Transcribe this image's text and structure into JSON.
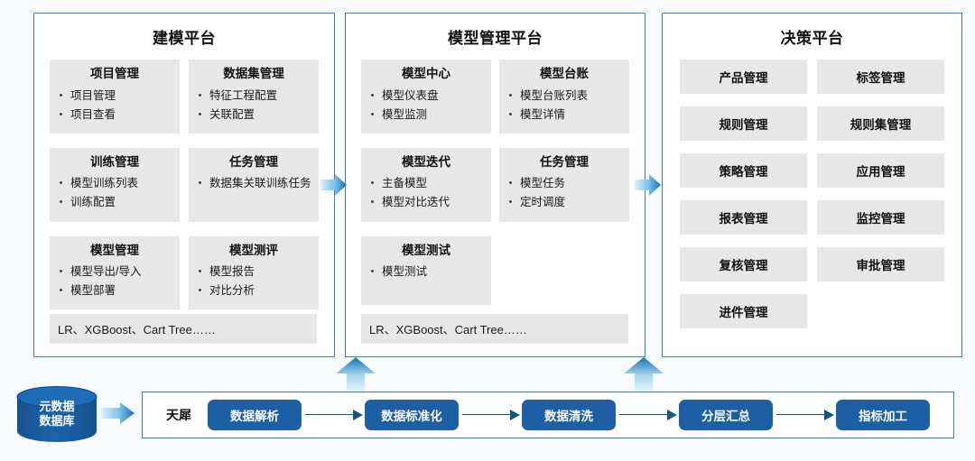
{
  "diagram": {
    "title_hidden": "平台架构图",
    "colors": {
      "panel_border": "#3b7fc4",
      "card_bg": "#e7e7e7",
      "pipeline_step": "#1d5fa4",
      "page_bg": "#f7fbfd",
      "arrow_dark": "#1f6fb5",
      "arrow_light": "#d6eefb"
    }
  },
  "panels": [
    {
      "id": "modeling",
      "title": "建模平台",
      "cards": [
        {
          "title": "项目管理",
          "items": [
            "项目管理",
            "项目查看"
          ]
        },
        {
          "title": "数据集管理",
          "items": [
            "特征工程配置",
            "关联配置"
          ]
        },
        {
          "title": "训练管理",
          "items": [
            "模型训练列表",
            "训练配置"
          ]
        },
        {
          "title": "任务管理",
          "items": [
            "数据集关联训练任务"
          ]
        },
        {
          "title": "模型管理",
          "items": [
            "模型导出/导入",
            "模型部署"
          ]
        },
        {
          "title": "模型测评",
          "items": [
            "模型报告",
            "对比分析"
          ]
        }
      ],
      "algorithms": "LR、XGBoost、Cart Tree……"
    },
    {
      "id": "model-management",
      "title": "模型管理平台",
      "cards": [
        {
          "title": "模型中心",
          "items": [
            "模型仪表盘",
            "模型监测"
          ]
        },
        {
          "title": "模型台账",
          "items": [
            "模型台账列表",
            "模型详情"
          ]
        },
        {
          "title": "模型迭代",
          "items": [
            "主备模型",
            "模型对比迭代"
          ]
        },
        {
          "title": "任务管理",
          "items": [
            "模型任务",
            "定时调度"
          ]
        },
        {
          "title": "模型测试",
          "items": [
            "模型测试"
          ]
        }
      ],
      "algorithms": "LR、XGBoost、Cart Tree……"
    },
    {
      "id": "decision",
      "title": "决策平台",
      "tiles": [
        "产品管理",
        "标签管理",
        "规则管理",
        "规则集管理",
        "策略管理",
        "应用管理",
        "报表管理",
        "监控管理",
        "复核管理",
        "审批管理",
        "进件管理"
      ]
    }
  ],
  "pipeline": {
    "source": {
      "line1": "元数据",
      "line2": "数据库"
    },
    "name": "天犀",
    "steps": [
      "数据解析",
      "数据标准化",
      "数据清洗",
      "分层汇总",
      "指标加工"
    ]
  },
  "arrows": {
    "modeling_to_management": "right-arrow",
    "management_to_decision": "right-arrow",
    "pipeline_to_modeling": "up-arrow",
    "pipeline_to_management": "up-arrow",
    "db_to_pipeline": "right-arrow"
  }
}
